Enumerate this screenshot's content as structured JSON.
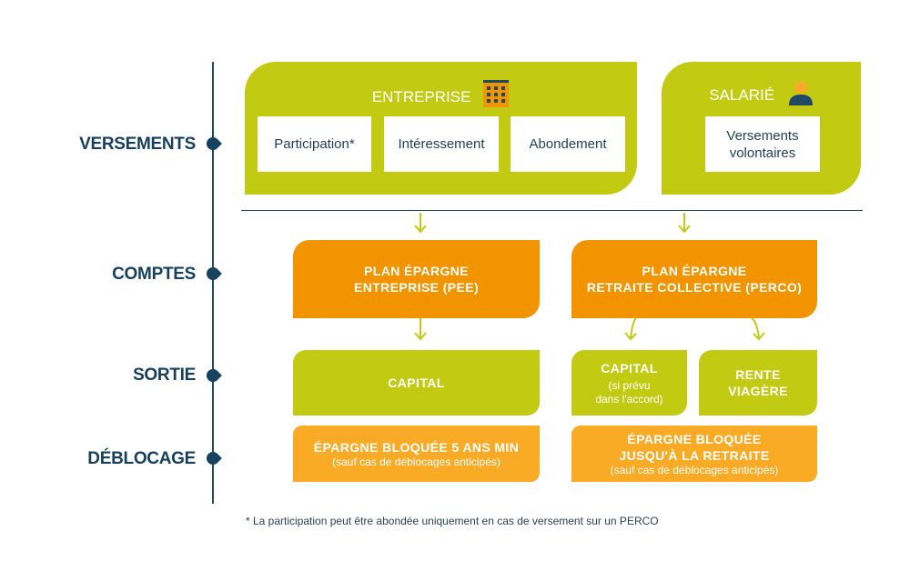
{
  "rows": {
    "versements": "VERSEMENTS",
    "comptes": "COMPTES",
    "sortie": "SORTIE",
    "deblocage": "DÉBLOCAGE"
  },
  "entreprise": {
    "title": "ENTREPRISE",
    "icon": "building-icon",
    "items": [
      "Participation*",
      "Intéressement",
      "Abondement"
    ]
  },
  "salarie": {
    "title": "SALARIÉ",
    "icon": "person-icon",
    "items": [
      "Versements volontaires"
    ]
  },
  "comptes": {
    "pee_line1": "PLAN ÉPARGNE",
    "pee_line2": "ENTREPRISE (PEE)",
    "perco_line1": "PLAN ÉPARGNE",
    "perco_line2": "RETRAITE COLLECTIVE (PERCO)"
  },
  "sortie": {
    "pee_capital": "CAPITAL",
    "perco_capital": "CAPITAL",
    "perco_capital_note_1": "(si prévu",
    "perco_capital_note_2": "dans l'accord)",
    "rente_1": "RENTE",
    "rente_2": "VIAGÈRE"
  },
  "deblocage": {
    "pee_line1": "ÉPARGNE BLOQUÉE 5 ANS MIN",
    "pee_line2": "(sauf cas de déblocages anticipés)",
    "perco_line1": "ÉPARGNE BLOQUÉE",
    "perco_line2": "JUSQU'À LA RETRAITE",
    "perco_line3": "(sauf cas de déblocages anticipés)"
  },
  "footnote": "* La participation peut être abondée uniquement en cas de versement sur un PERCO",
  "colors": {
    "green": "#c2cb11",
    "orange": "#f29400",
    "yellow": "#f9ab25",
    "navy": "#16405e"
  }
}
